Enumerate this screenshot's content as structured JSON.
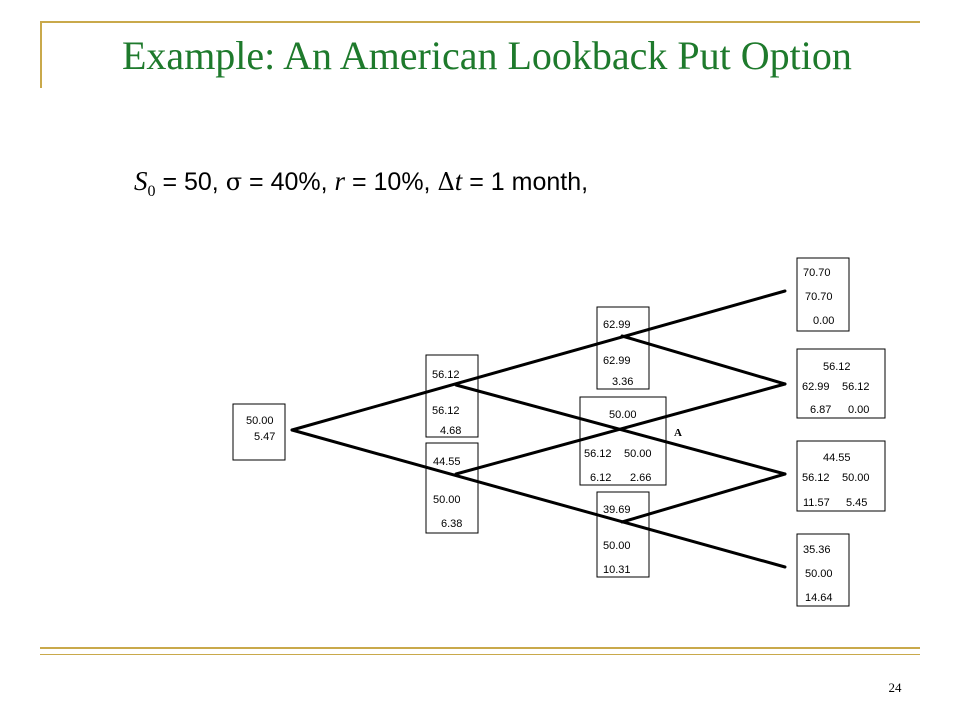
{
  "slide": {
    "title": "Example: An American Lookback Put Option",
    "page_number": "24"
  },
  "params": {
    "s_symbol": "S",
    "s_subscript": "0",
    "s_value": " = 50, ",
    "sigma_symbol": "σ",
    "sigma_value": " = 40%, ",
    "r_symbol": "r",
    "r_value": " = 10%, ",
    "dt_symbol": "Δ",
    "dt_var": "t",
    "dt_value": " = 1 month,"
  },
  "tree": {
    "root": {
      "price": "50.00",
      "option": "5.47"
    },
    "step1_up": {
      "price": "56.12",
      "max": "56.12",
      "option": "4.68"
    },
    "step1_down": {
      "price": "44.55",
      "max": "50.00",
      "option": "6.38"
    },
    "step2_uu": {
      "price": "62.99",
      "max": "62.99",
      "option": "3.36"
    },
    "step2_ud": {
      "price": "50.00",
      "max_a": "56.12",
      "max_b": "50.00",
      "option_a": "6.12",
      "option_b": "2.66"
    },
    "step2_dd": {
      "price": "39.69",
      "max": "50.00",
      "option": "10.31"
    },
    "step3_uuu": {
      "price": "70.70",
      "max": "70.70",
      "option": "0.00"
    },
    "step3_uud": {
      "price": "56.12",
      "max_a": "62.99",
      "max_b": "56.12",
      "option_a": "6.87",
      "option_b": "0.00"
    },
    "step3_udd": {
      "price": "44.55",
      "max_a": "56.12",
      "max_b": "50.00",
      "option_a": "11.57",
      "option_b": "5.45"
    },
    "step3_ddd": {
      "price": "35.36",
      "max": "50.00",
      "option": "14.64"
    },
    "node_label_a": "A"
  },
  "colors": {
    "title": "#1e7a2c",
    "decoration": "#c9a94b"
  }
}
